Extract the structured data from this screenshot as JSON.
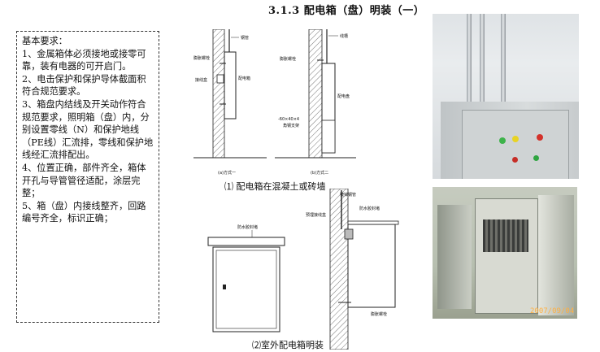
{
  "page": {
    "title": "3.1.3  配电箱（盘）明装（一）"
  },
  "requirements": {
    "heading": "基本要求：",
    "items": [
      "1、金属箱体必须接地或接零可靠，装有电器的可开启门。",
      "2、电击保护和保护导体截面积符合规范要求。",
      "3、箱盘内结线及开关动作符合规范要求，照明箱（盘）内，分别设置零线（N）和保护地线（PE线）汇流排，零线和保护地线经汇流排配出。",
      "4、位置正确，部件齐全，箱体开孔与导管管径适配，涂层完整；",
      "5、箱（盘）内接线整齐，回路编号齐全，标识正确；"
    ]
  },
  "diagram_a": {
    "labels": [
      "钢管",
      "膨胀螺栓",
      "接线盒",
      "配电箱"
    ],
    "caption": "(a)方式一"
  },
  "diagram_b": {
    "labels": [
      "线槽",
      "膨胀螺栓",
      "配电盘",
      "-60×40×4",
      "角钢支架"
    ],
    "caption": "(b)方式二"
  },
  "caption_concrete": "⑴  配电箱在混凝土或砖墙",
  "diagram_outdoor": {
    "labels": [
      "防水胶封堵"
    ],
    "caption": "⑵室外配电箱明装"
  },
  "diagram_section": {
    "labels": [
      "镀锌钢管",
      "预埋接线盒",
      "防水胶封堵",
      "膨胀螺栓"
    ]
  },
  "photo_open": {
    "timestamp": "2007/09/04"
  }
}
